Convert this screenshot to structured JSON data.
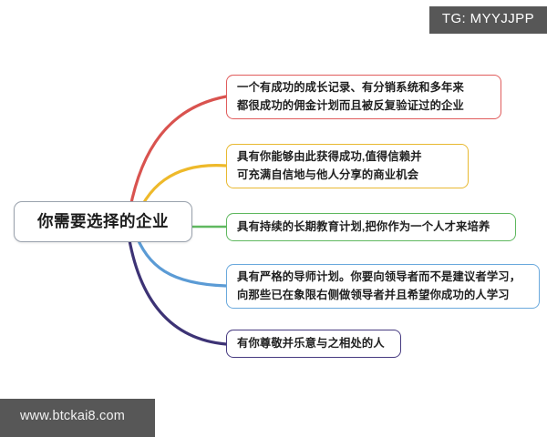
{
  "overlay": {
    "tag_badge": "TG: MYYJJPP",
    "watermark": "www.btckai8.com",
    "badge_bg": "#575757",
    "watermark_bg": "#575757"
  },
  "mindmap": {
    "root": {
      "label": "你需要选择的企业",
      "border_color": "#9aa2ad"
    },
    "branches": [
      {
        "id": 1,
        "text": "一个有成功的成长记录、有分销系统和多年来都很成功的佣金计划而且被反复验证过的企业",
        "line1": "一个有成功的成长记录、有分销系统和多年来",
        "line2": "都很成功的佣金计划而且被反复验证过的企业",
        "color": "#e05c5c",
        "connector_color": "#d9534f"
      },
      {
        "id": 2,
        "text": "具有你能够由此获得成功,值得信赖并可充满自信地与他人分享的商业机会",
        "line1": "具有你能够由此获得成功,值得信赖并",
        "line2": "可充满自信地与他人分享的商业机会",
        "color": "#e8b931",
        "connector_color": "#eeb92a"
      },
      {
        "id": 3,
        "text": "具有持续的长期教育计划,把你作为一个人才来培养",
        "line1": "具有持续的长期教育计划,把你作为一个人才来培养",
        "line2": "",
        "color": "#5fb85f",
        "connector_color": "#5fb85f"
      },
      {
        "id": 4,
        "text": "具有严格的导师计划。你要向领导者而不是建议者学习，向那些已在象限右侧做领导者并且希望你成功的人学习",
        "line1": "具有严格的导师计划。你要向领导者而不是建议者学习，",
        "line2": "向那些已在象限右侧做领导者并且希望你成功的人学习",
        "color": "#6aa9dd",
        "connector_color": "#5b9bd5"
      },
      {
        "id": 5,
        "text": "有你尊敬并乐意与之相处的人",
        "line1": "有你尊敬并乐意与之相处的人",
        "line2": "",
        "color": "#463a80",
        "connector_color": "#3d3375"
      }
    ]
  }
}
